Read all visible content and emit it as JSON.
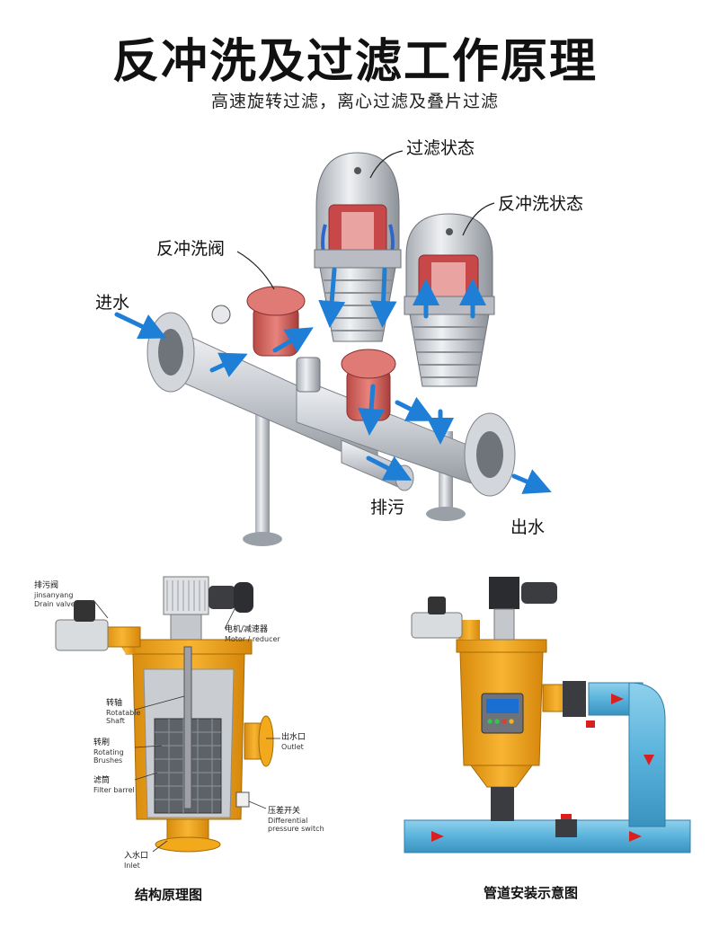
{
  "title": "反冲洗及过滤工作原理",
  "subtitle": "高速旋转过滤，离心过滤及叠片过滤",
  "top_diagram": {
    "label_filter_state": "过滤状态",
    "label_backwash_state": "反冲洗状态",
    "label_backwash_valve": "反冲洗阀",
    "label_inlet": "进水",
    "label_drain": "排污",
    "label_outlet": "出水"
  },
  "structure_diagram": {
    "drain_valve_cn": "排污阀",
    "drain_valve_pinyin": "jinsanyang",
    "drain_valve_en": "Drain valve",
    "motor_cn": "电机/减速器",
    "motor_en": "Motor / reducer",
    "shaft_cn": "转轴",
    "shaft_en1": "Rotatable",
    "shaft_en2": "Shaft",
    "brush_cn": "转刷",
    "brush_en1": "Rotating",
    "brush_en2": "Brushes",
    "barrel_cn": "滤筒",
    "barrel_en": "Filter barrel",
    "outlet_cn": "出水口",
    "outlet_en": "Outlet",
    "switch_cn": "压差开关",
    "switch_en1": "Differential",
    "switch_en2": "pressure switch",
    "inlet_cn": "入水口",
    "inlet_en": "Inlet",
    "caption": "结构原理图"
  },
  "install_diagram": {
    "caption": "管道安装示意图"
  },
  "colors": {
    "steel": "#c9ccd2",
    "pump_red": "#d9706a",
    "flow_blue": "#1f7fd6",
    "housing_yellow": "#f2a91c",
    "pipe_blue": "#5fb6dc"
  }
}
